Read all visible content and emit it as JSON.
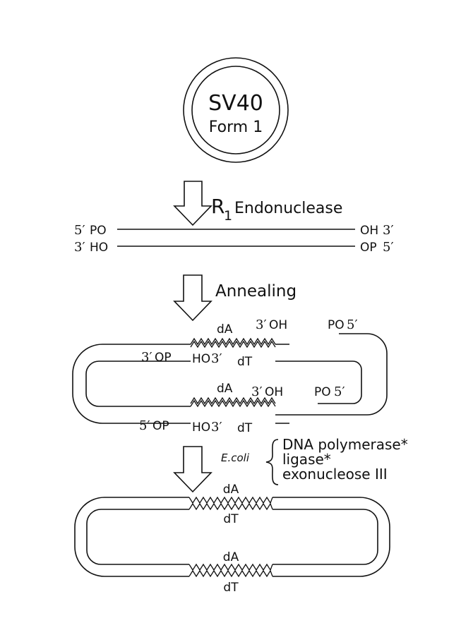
{
  "circle": {
    "title": "SV40",
    "subtitle": "Form 1"
  },
  "step1": {
    "enzyme_main": "R",
    "enzyme_sub": "1",
    "enzyme_rest": " Endonuclease",
    "top_left_prime": "5′",
    "top_left_group": "PO",
    "top_right_group": "OH",
    "top_right_prime": "3′",
    "bottom_left_prime": "3′",
    "bottom_left_group": "HO",
    "bottom_right_group": "OP",
    "bottom_right_prime": "5′"
  },
  "step2": {
    "label": "Annealing",
    "upper": {
      "dA": "dA",
      "three_oh_prime": "3′",
      "three_oh_group": "OH",
      "po_group": "PO",
      "po_prime": "5′",
      "three_op_prime": "3′",
      "three_op_group": "OP",
      "ho_group": "HO",
      "ho_prime": "3′",
      "dT": "dT"
    },
    "lower": {
      "dA": "dA",
      "three_oh_prime": "3′",
      "three_oh_group": "OH",
      "po_group": "PO",
      "po_prime": "5′",
      "five_op_prime": "5′",
      "five_op_group": "OP",
      "ho_group": "HO",
      "ho_prime": "3′",
      "dT": "dT"
    }
  },
  "step3": {
    "organism": "E.coli",
    "enzymes": [
      "DNA polymerase*",
      "ligase*",
      "exonucleose III"
    ]
  },
  "final": {
    "upper_dA": "dA",
    "upper_dT": "dT",
    "lower_dA": "dA",
    "lower_dT": "dT"
  }
}
